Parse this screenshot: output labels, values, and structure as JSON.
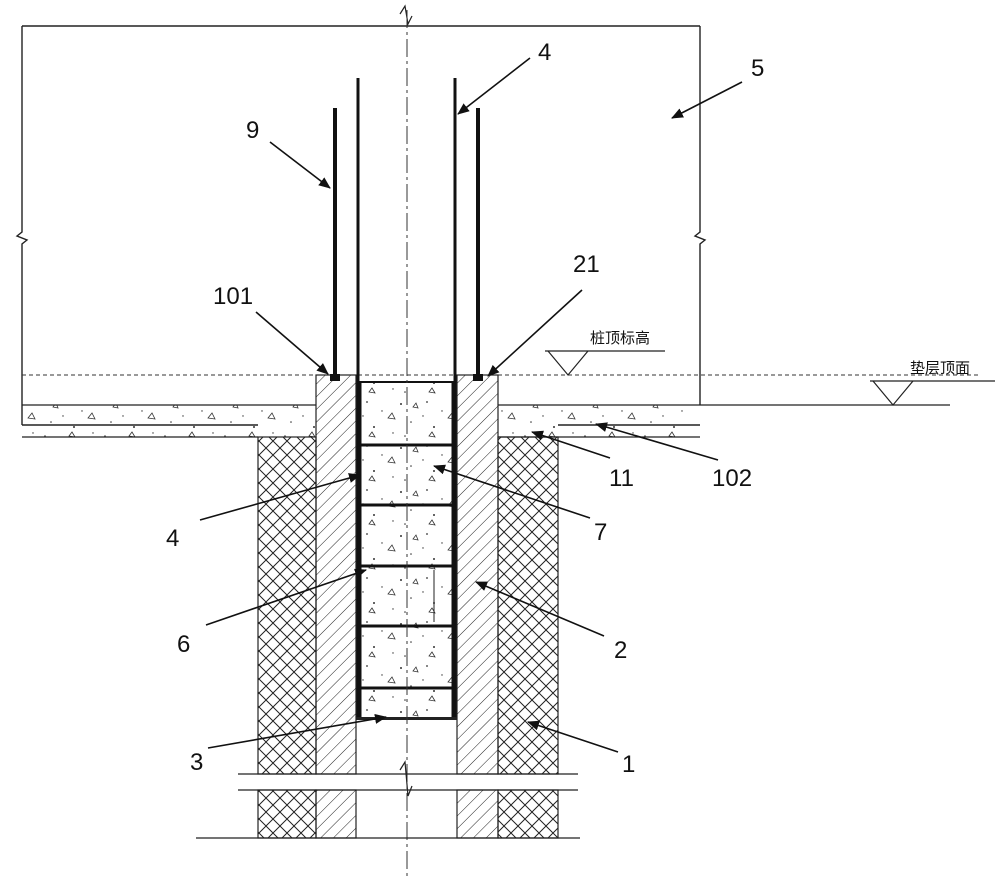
{
  "labels": {
    "l4_top": "4",
    "l5": "5",
    "l9": "9",
    "l101": "101",
    "l21": "21",
    "pile_top_elev": "桩顶标高",
    "cushion_top": "垫层顶面",
    "l11": "11",
    "l102": "102",
    "l4_left": "4",
    "l7": "7",
    "l6": "6",
    "l2": "2",
    "l3": "3",
    "l1": "1"
  }
}
